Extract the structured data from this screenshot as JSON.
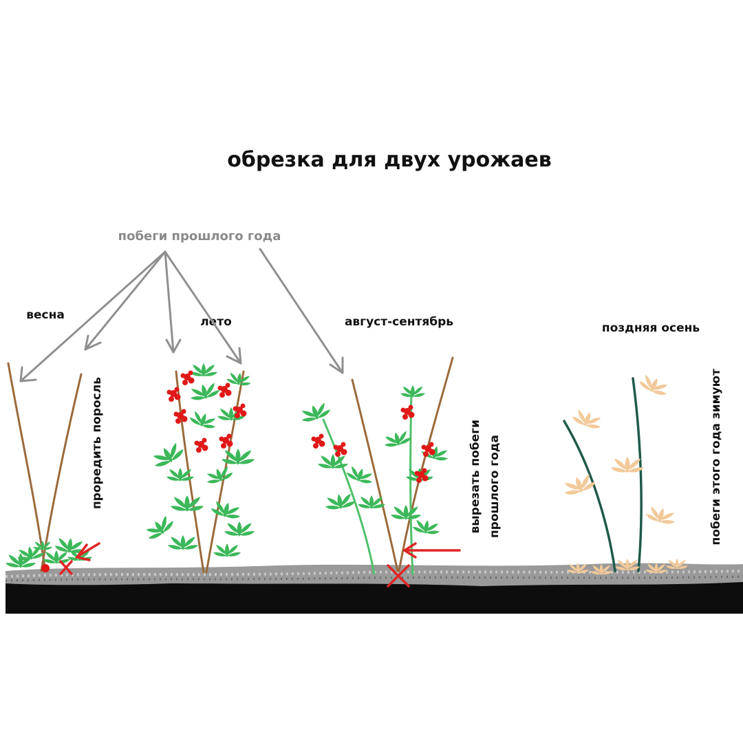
{
  "diagram": {
    "title": "обрезка для двух урожаев",
    "pointer_label": "побеги прошлого года",
    "seasons": {
      "spring": "весна",
      "summer": "лето",
      "august_september": "август-сентябрь",
      "late_autumn": "поздняя осень"
    },
    "notes": {
      "thin_growth": "проредить поросль",
      "cut_line1": "вырезать побеги",
      "cut_line2": "прошлого года",
      "overwinter": "побеги этого года зимуют"
    },
    "colors": {
      "old_canes": "#9a6a3a",
      "new_shoots": "#4fc06a",
      "leaves": "#3cb85a",
      "berries": "#e01818",
      "autumn_leaves": "#f2c99a",
      "pointer_arrows": "#8f8f8f",
      "cut_marks": "#e02424",
      "soil": "#0d0d0d"
    }
  }
}
